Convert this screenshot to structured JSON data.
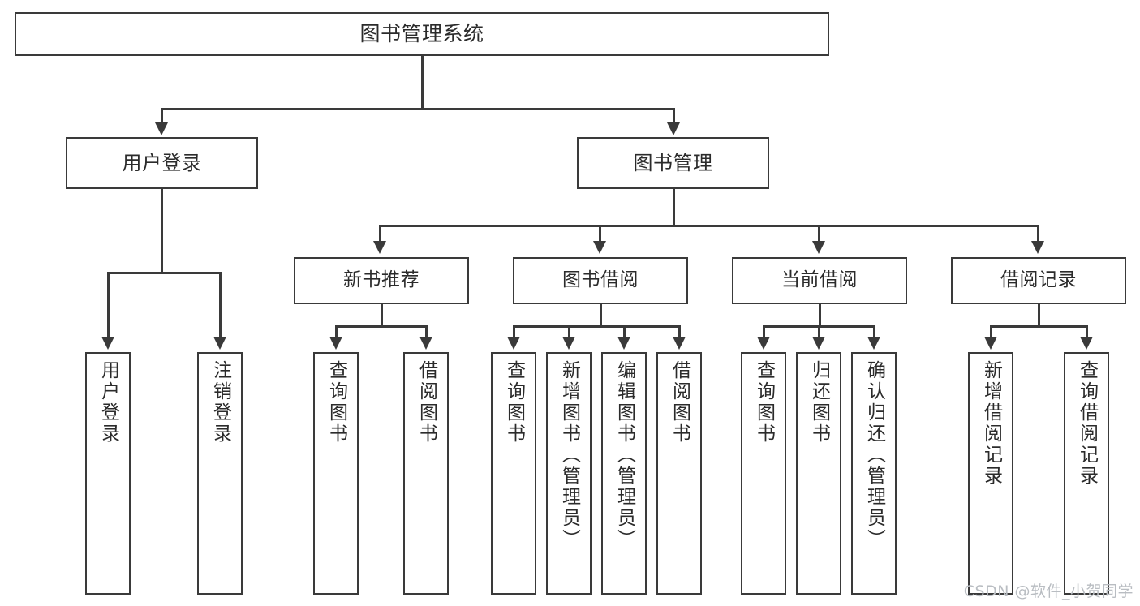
{
  "diagram": {
    "title": "图书管理系统",
    "type": "tree",
    "root": {
      "label": "图书管理系统"
    },
    "level2": [
      {
        "label": "用户登录"
      },
      {
        "label": "图书管理"
      }
    ],
    "level3": [
      {
        "label": "新书推荐"
      },
      {
        "label": "图书借阅"
      },
      {
        "label": "当前借阅"
      },
      {
        "label": "借阅记录"
      }
    ],
    "leaves": {
      "user_login": [
        {
          "label": "用户登录"
        },
        {
          "label": "注销登录"
        }
      ],
      "new_book_recommend": [
        {
          "label": "查询图书"
        },
        {
          "label": "借阅图书"
        }
      ],
      "book_borrow": [
        {
          "label": "查询图书"
        },
        {
          "label": "新增图书（管理员）"
        },
        {
          "label": "编辑图书（管理员）"
        },
        {
          "label": "借阅图书"
        }
      ],
      "current_borrow": [
        {
          "label": "查询图书"
        },
        {
          "label": "归还图书"
        },
        {
          "label": "确认归还（管理员）"
        }
      ],
      "borrow_record": [
        {
          "label": "新增借阅记录"
        },
        {
          "label": "查询借阅记录"
        }
      ]
    }
  },
  "watermark": {
    "text": "CSDN @软件_小贺同学"
  },
  "colors": {
    "stroke": "#3a3a3a",
    "fill": "#ffffff",
    "text": "#2b2b2b",
    "watermark": "#b9bdc2"
  }
}
